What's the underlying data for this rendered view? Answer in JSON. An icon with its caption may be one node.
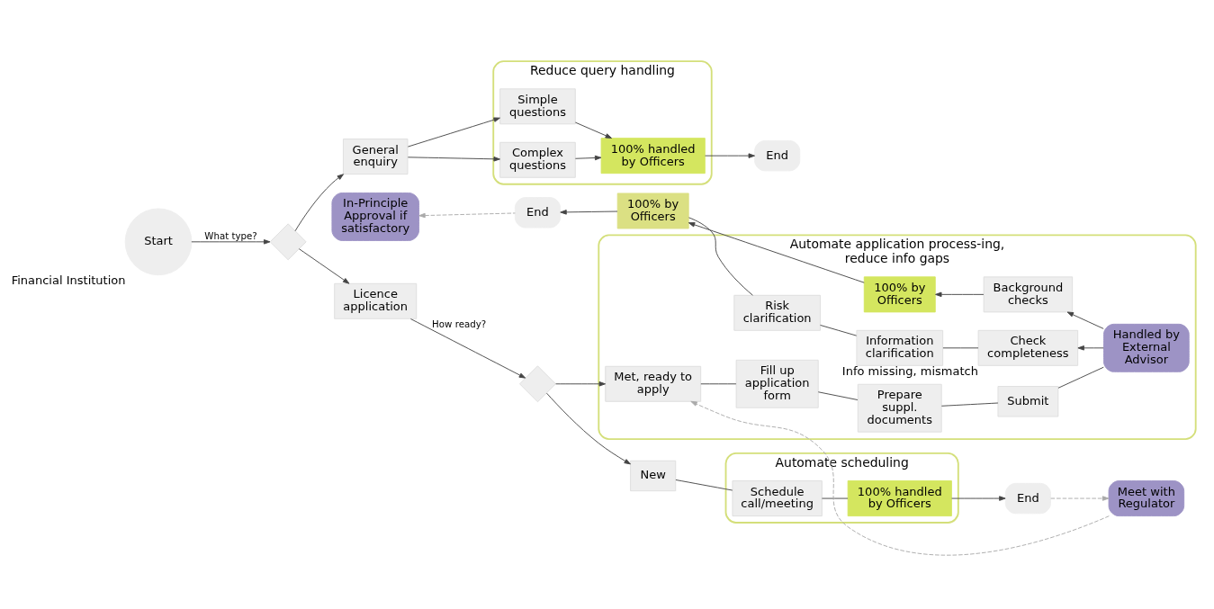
{
  "diagram": {
    "nodes": [
      {
        "text": [
          "Start"
        ],
        "beside": [
          "Financial Institution"
        ]
      },
      {
        "text": [],
        "shape": "diamond"
      },
      {
        "text": [
          "General enquiry"
        ]
      },
      {
        "text": [
          "Licence application"
        ]
      },
      {
        "text": [],
        "shape": "diamond"
      },
      {
        "text": [
          "New"
        ]
      },
      {
        "text": [
          "Reduce query handling"
        ]
      },
      {
        "text": [
          "Simple questions"
        ],
        "in": 6
      },
      {
        "text": [
          "Complex questions"
        ],
        "in": 6
      },
      {
        "text": [
          "100% handled by Officers"
        ],
        "in": 6
      },
      {
        "text": [
          "End"
        ]
      },
      {
        "text": [
          "Automate scheduling"
        ]
      },
      {
        "text": [
          "Schedule call/meeting"
        ],
        "in": 11
      },
      {
        "text": [
          "100% handled by Officers"
        ],
        "in": 11
      },
      {
        "text": [
          "End"
        ]
      },
      {
        "text": [
          "Meet with Regulator"
        ]
      },
      {
        "text": [
          "Automate application process-ing, reduce info gaps"
        ]
      },
      {
        "text": [
          "Met, ready to apply"
        ],
        "in": 16
      },
      {
        "text": [
          "Fill up application form"
        ],
        "in": 16
      },
      {
        "text": [
          "Prepare suppl. documents"
        ],
        "in": 16
      },
      {
        "text": [
          "Submit"
        ],
        "in": 16
      },
      {
        "text": [
          "Handled by External Advisor"
        ],
        "in": 16
      },
      {
        "text": [
          "Check completeness"
        ],
        "in": 16,
        "beside": [
          "Info missing, mismatch"
        ]
      },
      {
        "text": [
          "Information clarification"
        ],
        "in": 16
      },
      {
        "text": [
          "Risk clarification"
        ],
        "in": 16
      },
      {
        "text": [
          "Background checks"
        ],
        "in": 16
      },
      {
        "text": [
          "100% by Officers"
        ],
        "in": 16
      },
      {
        "text": [
          "100% by Officers"
        ]
      },
      {
        "text": [
          "End"
        ]
      },
      {
        "text": [
          "In-Principle Approval if satisfactory"
        ]
      }
    ],
    "edges": [
      {
        "from": 0,
        "to": 1,
        "arrow": "to",
        "label": "What type?"
      },
      {
        "from": 1,
        "to": 2,
        "arrow": "to"
      },
      {
        "from": 1,
        "to": 3,
        "arrow": "to"
      },
      {
        "from": 3,
        "to": 4,
        "arrow": "to",
        "label": "How ready?"
      },
      {
        "from": 4,
        "to": 5,
        "arrow": "to"
      },
      {
        "from": 4,
        "to": 17,
        "arrow": "to"
      },
      {
        "from": 2,
        "to": 7,
        "arrow": "to"
      },
      {
        "from": 2,
        "to": 8,
        "arrow": "to"
      },
      {
        "from": 7,
        "to": 9,
        "arrow": "to"
      },
      {
        "from": 8,
        "to": 9,
        "arrow": "to"
      },
      {
        "from": 9,
        "to": 10,
        "arrow": "to"
      },
      {
        "from": 5,
        "to": 12,
        "arrow": "none"
      },
      {
        "from": 12,
        "to": 13,
        "arrow": "none"
      },
      {
        "from": 13,
        "to": 14,
        "arrow": "to"
      },
      {
        "from": 14,
        "to": 15,
        "arrow": "to",
        "style": "dashed",
        "color": "#aaaaaa"
      },
      {
        "from": 15,
        "to": 17,
        "arrow": "to",
        "style": "dashed",
        "color": "#aaaaaa"
      },
      {
        "from": 17,
        "to": 18,
        "arrow": "none"
      },
      {
        "from": 18,
        "to": 19,
        "arrow": "none"
      },
      {
        "from": 19,
        "to": 20,
        "arrow": "none"
      },
      {
        "from": 20,
        "to": 21,
        "arrow": "none"
      },
      {
        "from": 21,
        "to": 22,
        "arrow": "to"
      },
      {
        "from": 21,
        "to": 25,
        "arrow": "to"
      },
      {
        "from": 22,
        "to": 23,
        "arrow": "none"
      },
      {
        "from": 23,
        "to": 24,
        "arrow": "none"
      },
      {
        "from": 24,
        "to": 27,
        "arrow": "none"
      },
      {
        "from": 25,
        "to": 26,
        "arrow": "to"
      },
      {
        "from": 26,
        "to": 27,
        "arrow": "to"
      },
      {
        "from": 27,
        "to": 28,
        "arrow": "to"
      },
      {
        "from": 28,
        "to": 29,
        "arrow": "to",
        "style": "dashed",
        "color": "#aaaaaa"
      }
    ]
  }
}
